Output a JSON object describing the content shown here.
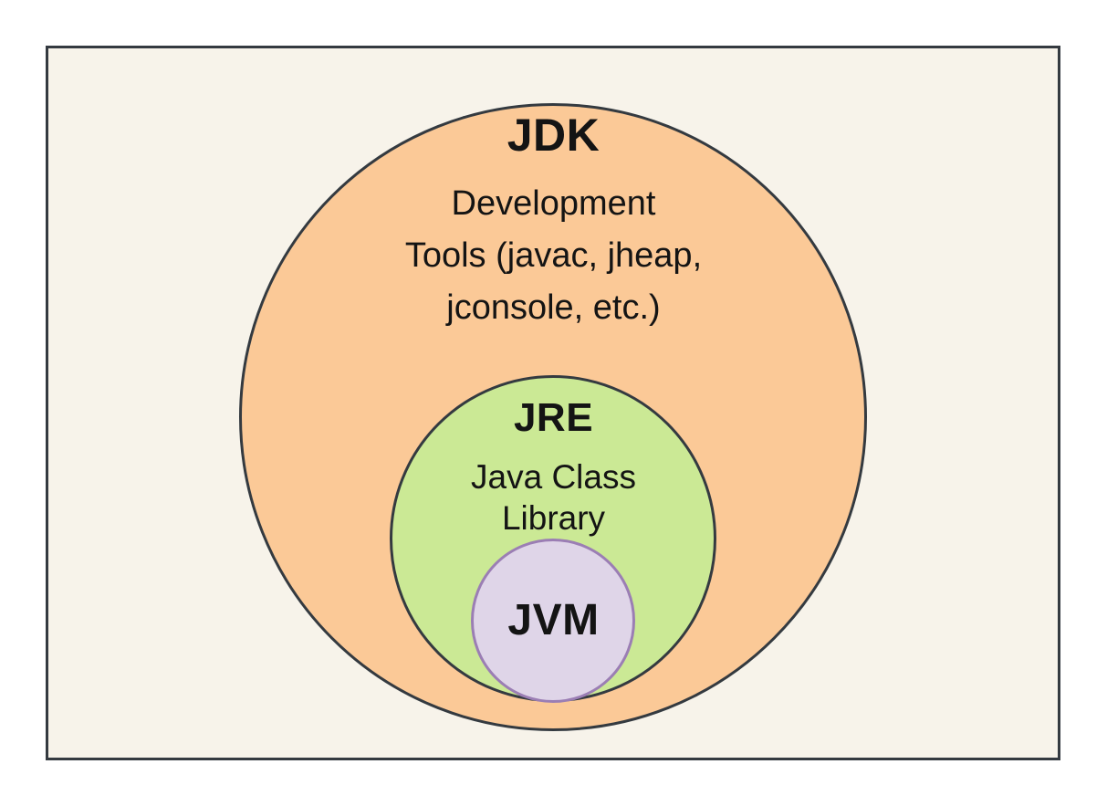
{
  "diagram": {
    "kind": "nested-sets",
    "sets": [
      {
        "id": "jdk",
        "label": "JDK",
        "description_lines": [
          "Development",
          "Tools (javac, jheap,",
          "jconsole, etc.)"
        ],
        "fill": "#fbc997",
        "stroke": "#343a40"
      },
      {
        "id": "jre",
        "label": "JRE",
        "description_lines": [
          "Java Class",
          "Library"
        ],
        "fill": "#cbe995",
        "stroke": "#343a40"
      },
      {
        "id": "jvm",
        "label": "JVM",
        "description_lines": [],
        "fill": "#dfd5e8",
        "stroke": "#9b7eb4"
      }
    ],
    "colors": {
      "page_background": "#ffffff",
      "frame_fill": "#f7f3ea",
      "frame_border": "#343a40",
      "text": "#141414"
    }
  }
}
